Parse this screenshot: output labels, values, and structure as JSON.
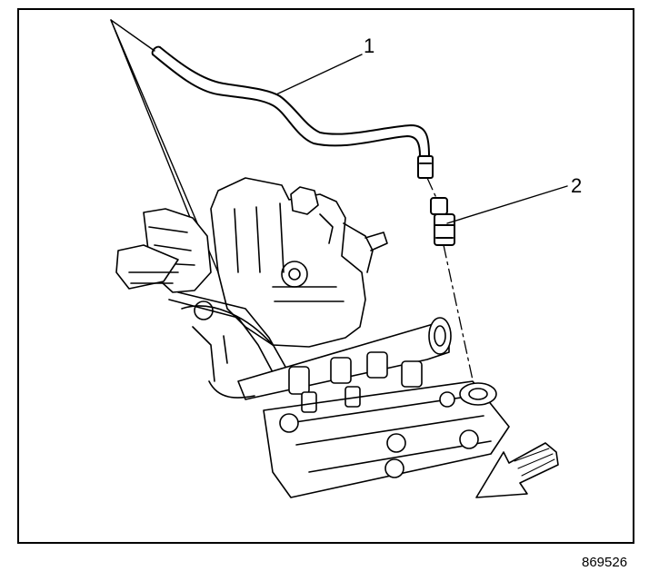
{
  "diagram": {
    "callouts": [
      {
        "id": "1",
        "label": "1"
      },
      {
        "id": "2",
        "label": "2"
      }
    ],
    "figure_number": "869526"
  }
}
